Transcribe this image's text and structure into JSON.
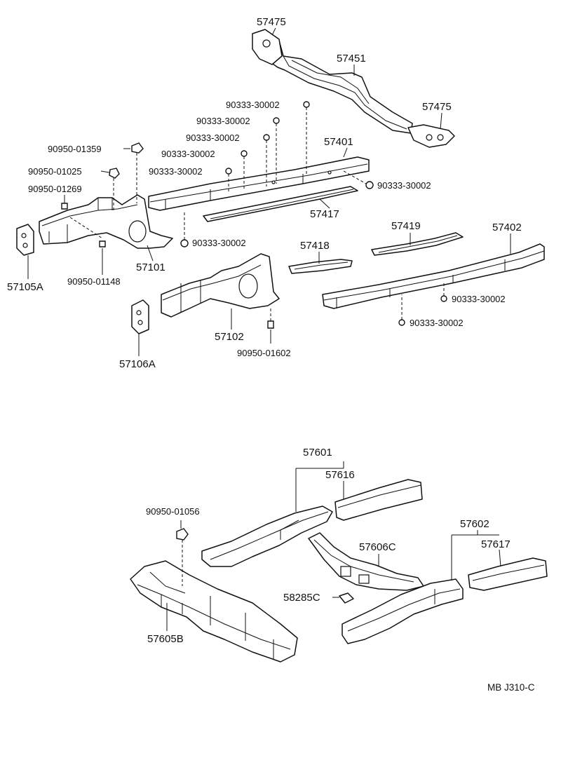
{
  "labels": {
    "p57475_top": "57475",
    "p57451": "57451",
    "p57475_right": "57475",
    "b90333_a": "90333-30002",
    "b90333_b": "90333-30002",
    "b90333_c": "90333-30002",
    "b90333_d": "90333-30002",
    "b90333_e": "90333-30002",
    "b90333_f": "90333-30002",
    "b90333_g": "90333-30002",
    "b90333_h": "90333-30002",
    "b90333_i": "90333-30002",
    "p57401": "57401",
    "p57417": "57417",
    "n90950_01359": "90950-01359",
    "n90950_01025": "90950-01025",
    "n90950_01269": "90950-01269",
    "n90950_01148": "90950-01148",
    "p57101": "57101",
    "p57105A": "57105A",
    "p57419": "57419",
    "p57402": "57402",
    "p57418": "57418",
    "p57102": "57102",
    "n90950_01602": "90950-01602",
    "p57106A": "57106A",
    "p57601": "57601",
    "p57616": "57616",
    "n90950_01056": "90950-01056",
    "p57602": "57602",
    "p57617": "57617",
    "p57606C": "57606C",
    "p58285C": "58285C",
    "p57605B": "57605B",
    "drawing_code": "MB J310-C"
  }
}
